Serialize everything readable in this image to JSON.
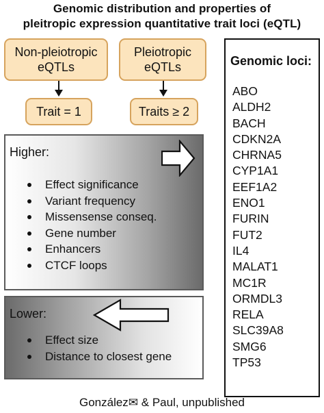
{
  "title": {
    "line1": "Genomic distribution and properties of",
    "line2": "pleitropic expression quantitative trait loci (eQTL)"
  },
  "categories": [
    {
      "line1": "Non-pleiotropic",
      "line2": "eQTLs",
      "trait": "Trait = 1"
    },
    {
      "line1": "Pleiotropic",
      "line2": "eQTLs",
      "trait": "Traits ≥ 2"
    }
  ],
  "higher": {
    "heading": "Higher:",
    "items": [
      "Effect significance",
      "Variant frequency",
      "Missensense conseq.",
      "Gene number",
      "Enhancers",
      "CTCF loops"
    ]
  },
  "lower": {
    "heading": "Lower:",
    "items": [
      "Effect size",
      "Distance to closest gene"
    ]
  },
  "loci": {
    "heading": "Genomic loci:",
    "items": [
      "ABO",
      "ALDH2",
      "BACH",
      "CDKN2A",
      "CHRNA5",
      "CYP1A1",
      "EEF1A2",
      "ENO1",
      "FURIN",
      "FUT2",
      "IL4",
      "MALAT1",
      "MC1R",
      "ORMDL3",
      "RELA",
      "SLC39A8",
      "SMG6",
      "TP53"
    ]
  },
  "footer": "González✉ & Paul, unpublished",
  "colors": {
    "box_fill": "#fce4bd",
    "box_border": "#d6a35d",
    "panel_dark": "#6b6b6b",
    "text": "#111111"
  }
}
